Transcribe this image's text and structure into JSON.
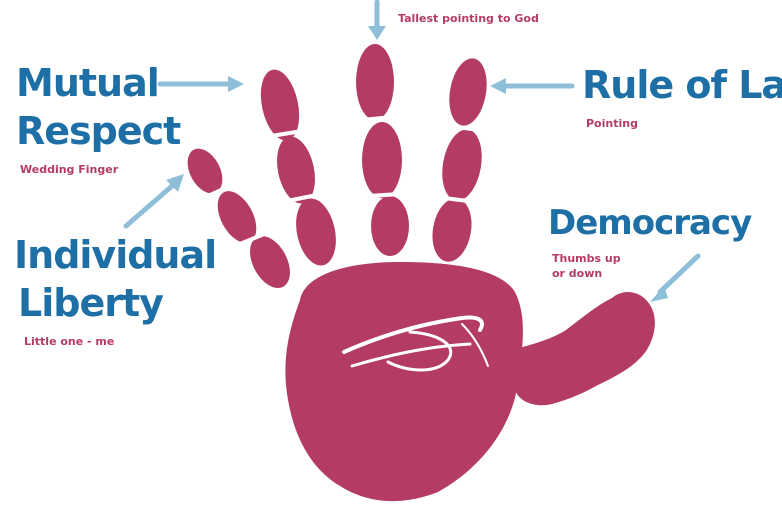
{
  "top_label": "Tallest pointing to God",
  "fingers": {
    "index": {
      "title": "Rule of Law",
      "subtitle": "Pointing"
    },
    "ring": {
      "title_line1": "Mutual",
      "title_line2": "Respect",
      "subtitle": "Wedding Finger"
    },
    "little": {
      "title_line1": "Individual",
      "title_line2": "Liberty",
      "subtitle": "Little one - me"
    },
    "thumb": {
      "title": "Democracy",
      "subtitle_line1": "Thumbs up",
      "subtitle_line2": "or down"
    }
  },
  "colors": {
    "hand": "#b43c63",
    "palm_lines": "#ffffff",
    "title": "#1d6fa5",
    "subtitle": "#b43c63",
    "arrow": "#8fbfd8"
  }
}
